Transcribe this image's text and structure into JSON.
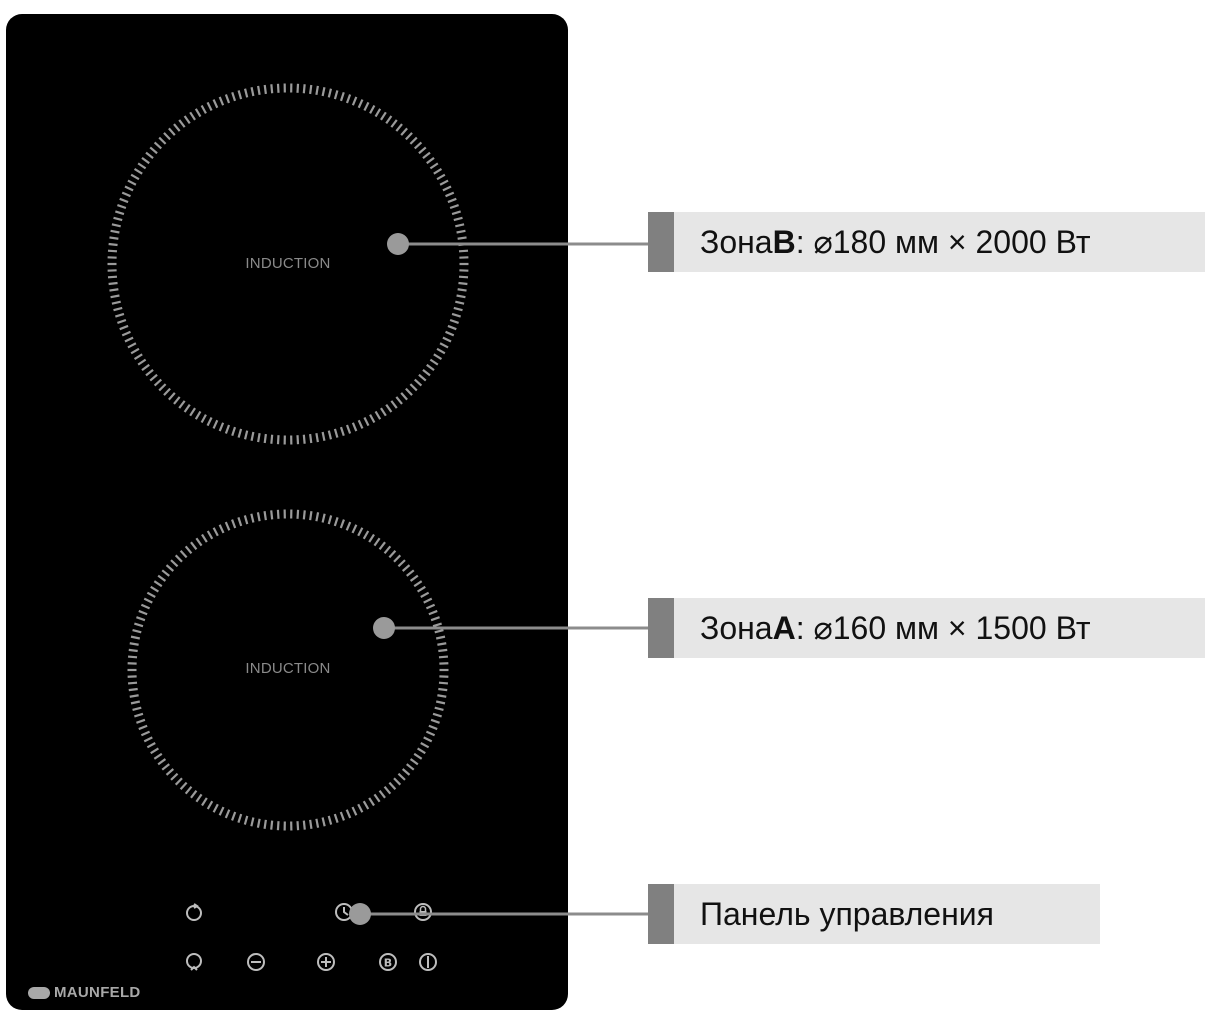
{
  "zones": [
    {
      "id": "zone-b",
      "surface_text": "INDUCTION",
      "callout_prefix": "Зона ",
      "callout_letter": "B",
      "callout_suffix": " : ⌀180 мм × 2000 Вт"
    },
    {
      "id": "zone-a",
      "surface_text": "INDUCTION",
      "callout_prefix": "Зона ",
      "callout_letter": "A",
      "callout_suffix": " : ⌀160 мм × 1500 Вт"
    }
  ],
  "control_panel": {
    "callout_label": "Панель управления",
    "icons": [
      "timer-icon",
      "lock-icon",
      "zone-select-icon",
      "minus-icon",
      "plus-icon",
      "boost-icon",
      "power-icon",
      "clock-icon"
    ]
  },
  "brand": {
    "name": "MAUNFELD"
  },
  "colors": {
    "hob_glass": "#000000",
    "callout_bar": "#808080",
    "callout_bg": "#e6e6e6",
    "leader_line": "#8c8c8c"
  }
}
